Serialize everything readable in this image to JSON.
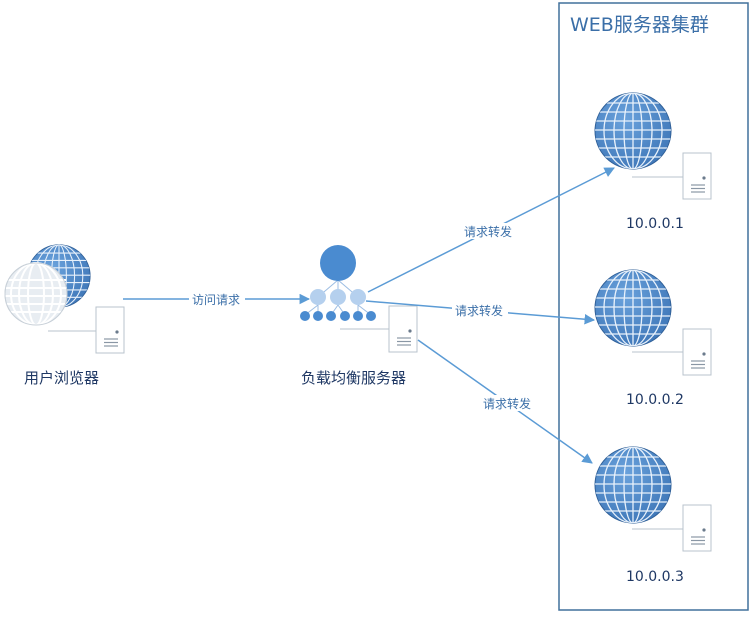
{
  "cluster": {
    "title": "WEB服务器集群"
  },
  "nodes": {
    "browser": {
      "label": "用户浏览器"
    },
    "balancer": {
      "label": "负载均衡服务器"
    },
    "server1": {
      "label": "10.0.0.1"
    },
    "server2": {
      "label": "10.0.0.2"
    },
    "server3": {
      "label": "10.0.0.3"
    }
  },
  "edges": {
    "access": {
      "label": "访问请求"
    },
    "forward1": {
      "label": "请求转发"
    },
    "forward2": {
      "label": "请求转发"
    },
    "forward3": {
      "label": "请求转发"
    }
  },
  "colors": {
    "accent": "#4f8fcf",
    "globe": "#4a84c4",
    "arrow": "#5b9bd5",
    "text": "#1f3864",
    "border": "#41719c"
  }
}
